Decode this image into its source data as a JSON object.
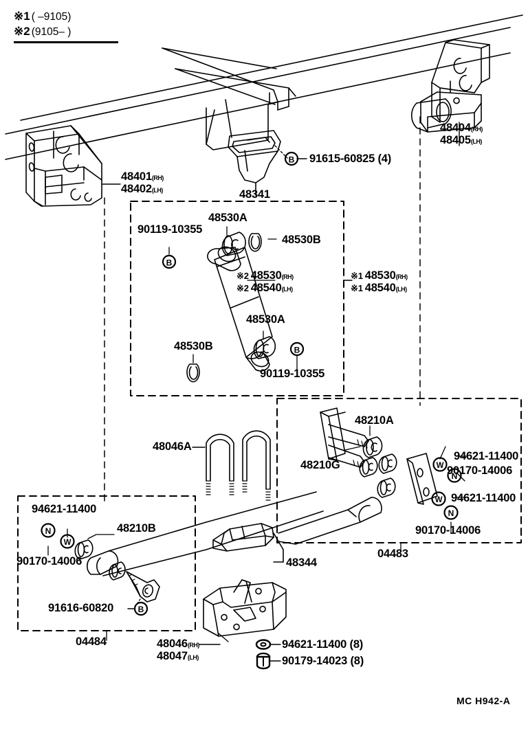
{
  "diagram": {
    "code": "MC H942-A",
    "legend": [
      {
        "mark": "※1",
        "text": "(        –9105)"
      },
      {
        "mark": "※2",
        "text": "(9105–        )"
      }
    ]
  },
  "labels": {
    "bracket_rh_lh_front": {
      "line1": "48401",
      "suffix1": "(RH)",
      "line2": "48402",
      "suffix2": "(LH)"
    },
    "bracket_rh_lh_rear": {
      "line1": "48404",
      "suffix1": "(RH)",
      "line2": "48405",
      "suffix2": "(LH)"
    },
    "bumper_stop": "48341",
    "bumper_stop_bolt": "91615-60825 (4)",
    "shock_box": {
      "bush_top": "48530A",
      "ring_top": "48530B",
      "bush_bottom": "48530A",
      "ring_bottom": "48530B",
      "nut_top": "90119-10355",
      "nut_bottom": "90119-10355",
      "absorber_line1_mark": "※2",
      "absorber_line1": "48530",
      "absorber_line1_suffix": "(RH)",
      "absorber_line2_mark": "※2",
      "absorber_line2": "48540",
      "absorber_line2_suffix": "(LH)",
      "outer_line1_mark": "※1",
      "outer_line1": "48530",
      "outer_line1_suffix": "(RH)",
      "outer_line2_mark": "※1",
      "outer_line2": "48540",
      "outer_line2_suffix": "(LH)"
    },
    "u_bolt": "48046A",
    "shackle_box": {
      "kit": "04483",
      "shackle_plate": "48210A",
      "bush": "48210G",
      "washer_top": "94621-11400",
      "nut_top": "90170-14006",
      "washer_bottom": "94621-11400",
      "nut_bottom": "90170-14006"
    },
    "pin_box": {
      "kit": "04484",
      "bush": "48210B",
      "nut": "90170-14006",
      "washer": "94621-11400",
      "bolt": "91616-60820"
    },
    "clip": "48344",
    "spring_seat": {
      "line1": "48046",
      "suffix1": "(RH)",
      "line2": "48047",
      "suffix2": "(LH)"
    },
    "seat_washer": "94621-11400 (8)",
    "seat_nut": "90179-14023 (8)"
  }
}
